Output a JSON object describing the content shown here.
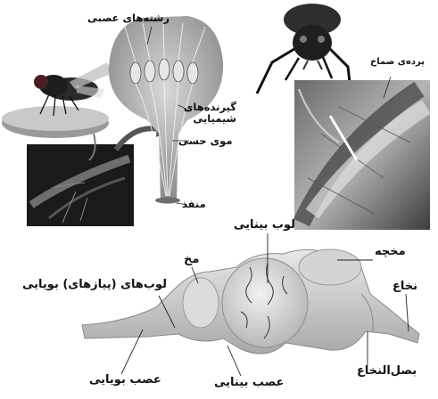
{
  "labels": {
    "nerve_fibers": "رشته‌های عصبی",
    "chemoreceptors": "گیرنده‌های شیمیایی",
    "sensory_hair": "موی حسی",
    "pore": "منفذ",
    "eardrum": "پرده‌ی صماخ",
    "optic_lobe": "لوب بینایی",
    "cerebellum": "مخچه",
    "cerebrum": "مخ",
    "spinal_cord": "نخاع",
    "olfactory_lobes": "لوب‌های (پیازهای) بویایی",
    "medulla": "بصل‌النخاع",
    "olfactory_nerve": "عصب بویایی",
    "optic_nerve": "عصب بینایی"
  }
}
